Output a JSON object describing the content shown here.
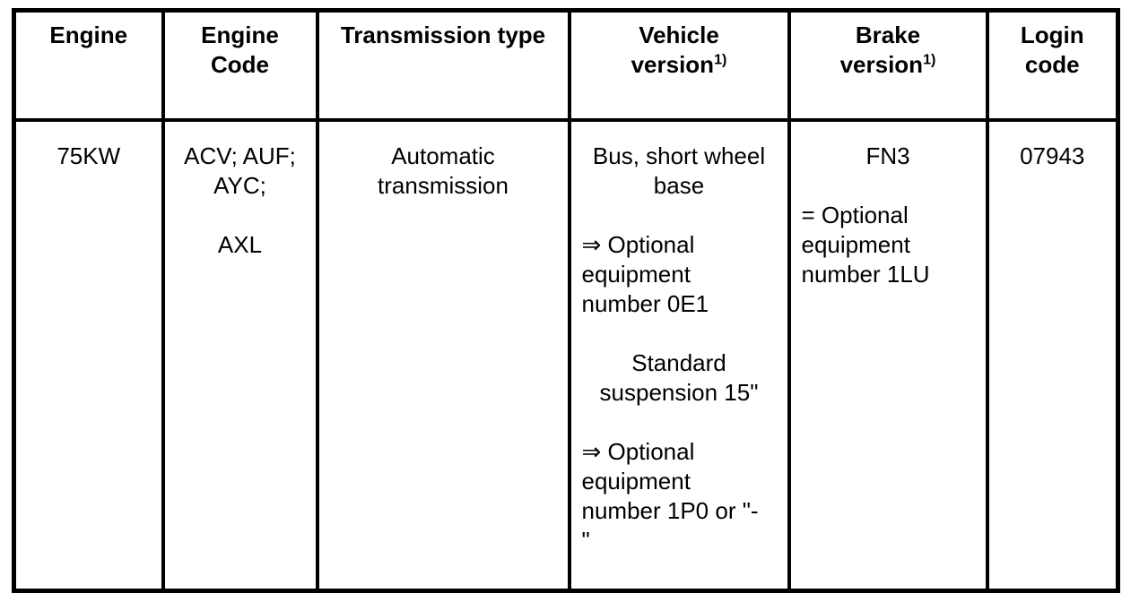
{
  "colors": {
    "ink": "#000000",
    "paper": "#ffffff"
  },
  "table": {
    "header": {
      "engine": "Engine",
      "engine_code": "Engine\nCode",
      "transmission_type": "Transmission type",
      "vehicle_version": "Vehicle\nversion",
      "vehicle_version_sup": "1)",
      "brake_version": "Brake\nversion",
      "brake_version_sup": "1)",
      "login_code": "Login\ncode"
    },
    "row": {
      "engine": "75KW",
      "engine_code_group1": "ACV; AUF;\nAYC;",
      "engine_code_group2": "AXL",
      "transmission_type": "Automatic\ntransmission",
      "vehicle_version_p1": "Bus, short wheel\nbase",
      "vehicle_version_p2": "⇒ Optional\nequipment\nnumber 0E1",
      "vehicle_version_p3": "Standard\nsuspension 15\"",
      "vehicle_version_p4": "⇒ Optional\nequipment\nnumber 1P0 or \"-\n\"",
      "brake_version_p1": "FN3",
      "brake_version_p2": "= Optional\nequipment\nnumber 1LU",
      "login_code": "07943"
    }
  }
}
